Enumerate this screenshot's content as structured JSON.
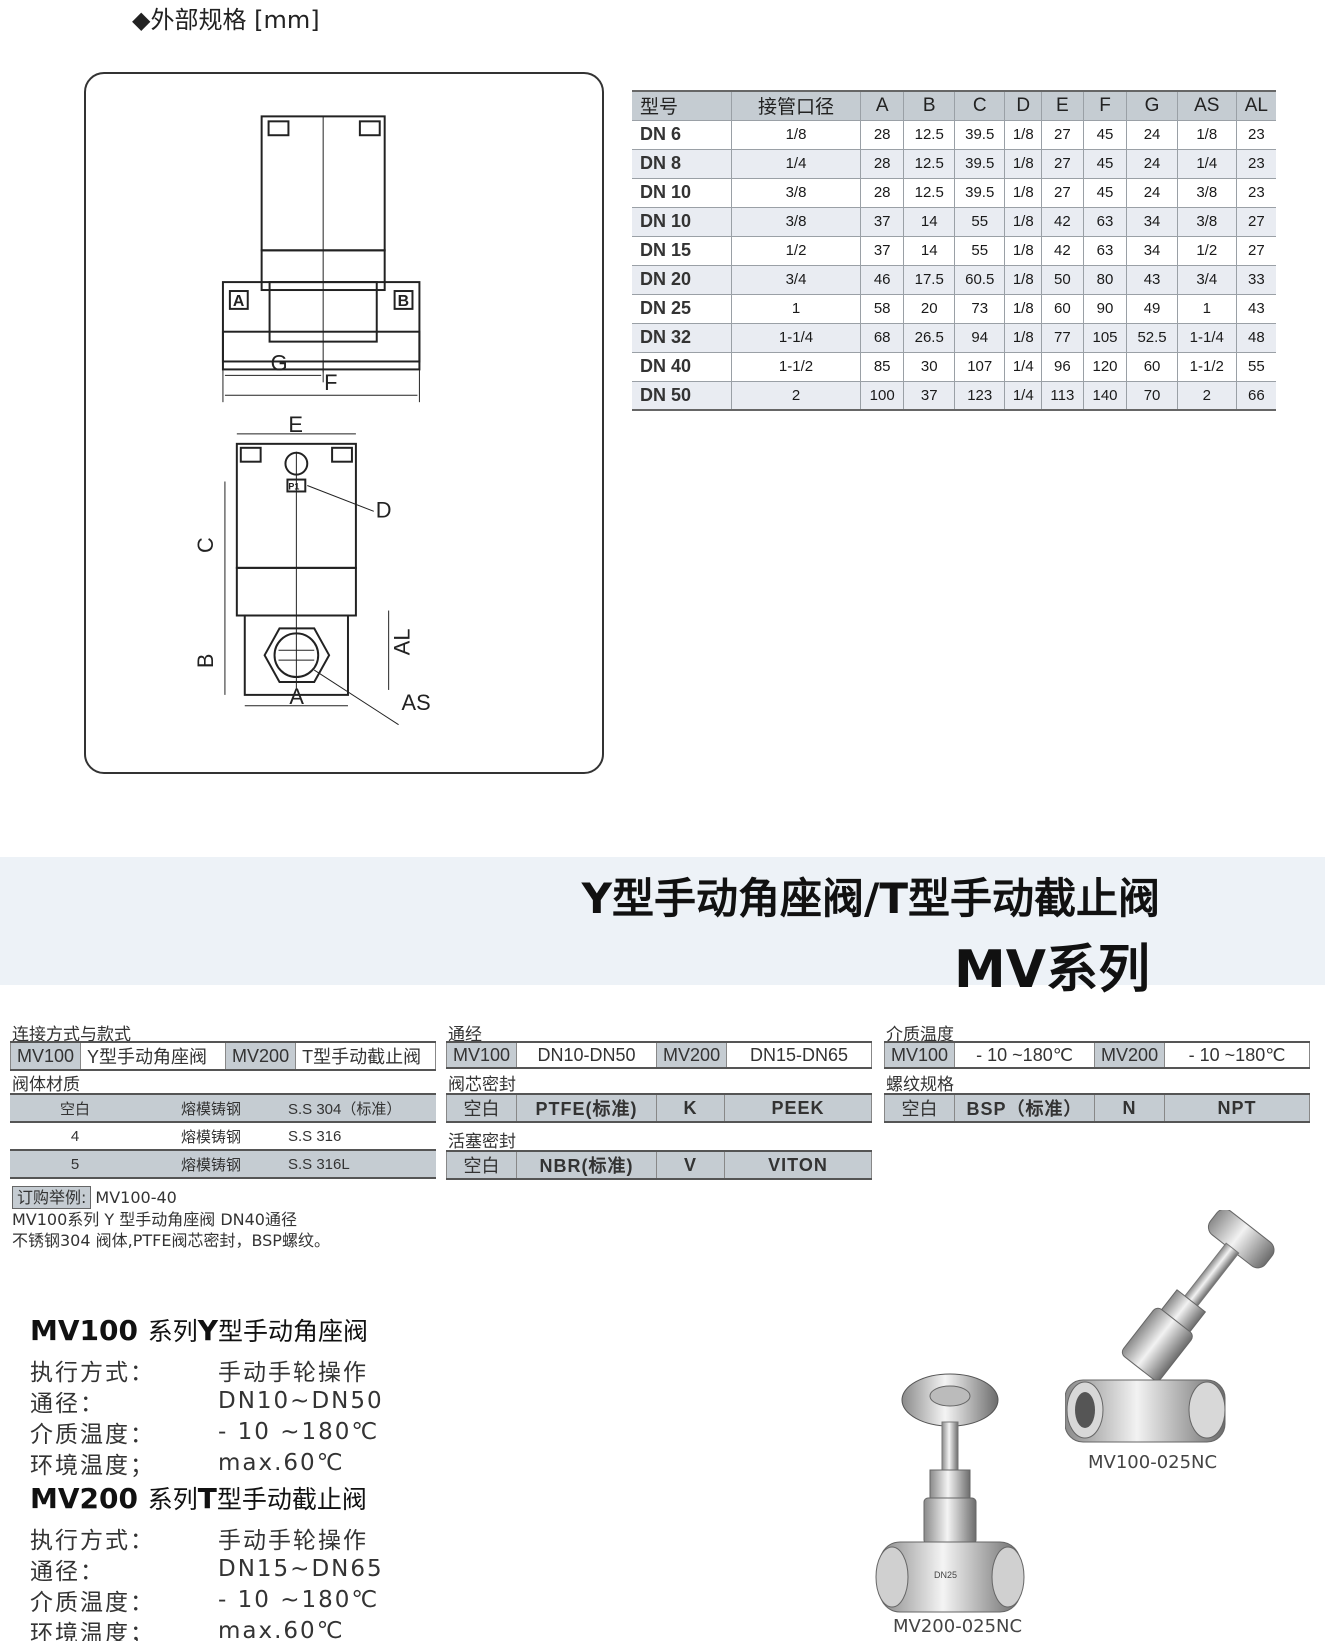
{
  "page": {
    "section_heading": "◆外部规格 [mm]"
  },
  "drawing": {
    "labels": {
      "a_top": "A",
      "b_top": "B",
      "g": "G",
      "f": "F",
      "e": "E",
      "d": "D",
      "p1": "P1",
      "c": "C",
      "b": "B",
      "a": "A",
      "al": "AL",
      "as": "AS"
    }
  },
  "dims_table": {
    "headers": [
      "型号",
      "接管口径",
      "A",
      "B",
      "C",
      "D",
      "E",
      "F",
      "G",
      "AS",
      "AL"
    ],
    "rows": [
      [
        "DN 6",
        "1/8",
        "28",
        "12.5",
        "39.5",
        "1/8",
        "27",
        "45",
        "24",
        "1/8",
        "23"
      ],
      [
        "DN 8",
        "1/4",
        "28",
        "12.5",
        "39.5",
        "1/8",
        "27",
        "45",
        "24",
        "1/4",
        "23"
      ],
      [
        "DN 10",
        "3/8",
        "28",
        "12.5",
        "39.5",
        "1/8",
        "27",
        "45",
        "24",
        "3/8",
        "23"
      ],
      [
        "DN 10",
        "3/8",
        "37",
        "14",
        "55",
        "1/8",
        "42",
        "63",
        "34",
        "3/8",
        "27"
      ],
      [
        "DN 15",
        "1/2",
        "37",
        "14",
        "55",
        "1/8",
        "42",
        "63",
        "34",
        "1/2",
        "27"
      ],
      [
        "DN 20",
        "3/4",
        "46",
        "17.5",
        "60.5",
        "1/8",
        "50",
        "80",
        "43",
        "3/4",
        "33"
      ],
      [
        "DN 25",
        "1",
        "58",
        "20",
        "73",
        "1/8",
        "60",
        "90",
        "49",
        "1",
        "43"
      ],
      [
        "DN 32",
        "1-1/4",
        "68",
        "26.5",
        "94",
        "1/8",
        "77",
        "105",
        "52.5",
        "1-1/4",
        "48"
      ],
      [
        "DN 40",
        "1-1/2",
        "85",
        "30",
        "107",
        "1/4",
        "96",
        "120",
        "60",
        "1-1/2",
        "55"
      ],
      [
        "DN 50",
        "2",
        "100",
        "37",
        "123",
        "1/4",
        "113",
        "140",
        "70",
        "2",
        "66"
      ]
    ]
  },
  "banner": {
    "title": "Y型手动角座阀/T型手动截止阀",
    "series": "MV系列"
  },
  "options": {
    "connection": {
      "title": "连接方式与款式",
      "cells": [
        "MV100",
        "Y型手动角座阀",
        "MV200",
        "T型手动截止阀"
      ]
    },
    "body_material": {
      "title": "阀体材质",
      "rows": [
        [
          "空白",
          "熔模铸钢",
          "S.S 304（标准）"
        ],
        [
          "4",
          "熔模铸钢",
          "S.S 316"
        ],
        [
          "5",
          "熔模铸钢",
          "S.S 316L"
        ]
      ]
    },
    "bore": {
      "title": "通经",
      "cells": [
        "MV100",
        "DN10-DN50",
        "MV200",
        "DN15-DN65"
      ]
    },
    "core_seal": {
      "title": "阀芯密封",
      "cells": [
        "空白",
        "PTFE(标准)",
        "K",
        "PEEK"
      ]
    },
    "piston_seal": {
      "title": "活塞密封",
      "cells": [
        "空白",
        "NBR(标准)",
        "V",
        "VITON"
      ]
    },
    "media_temp": {
      "title": "介质温度",
      "cells": [
        "MV100",
        "- 10 ~180℃",
        "MV200",
        "- 10 ~180℃"
      ]
    },
    "thread": {
      "title": "螺纹规格",
      "cells": [
        "空白",
        "BSP（标准）",
        "N",
        "NPT"
      ]
    }
  },
  "order_example": {
    "tag": "订购举例:",
    "code": "MV100-40",
    "line1": "MV100系列 Y 型手动角座阀 DN40通径",
    "line2": "不锈钢304 阀体,PTFE阀芯密封，BSP螺纹。"
  },
  "spec_mv100": {
    "model": "MV100",
    "series_word": "系列",
    "type_letter": "Y",
    "type_name": "型手动角座阀",
    "rows": [
      [
        "执行方式：",
        "手动手轮操作"
      ],
      [
        "通径：",
        "DN10~DN50"
      ],
      [
        "介质温度：",
        "- 10 ~180℃"
      ],
      [
        "环境温度；",
        "max.60℃"
      ]
    ]
  },
  "spec_mv200": {
    "model": "MV200",
    "series_word": "系列",
    "type_letter": "T",
    "type_name": "型手动截止阀",
    "rows": [
      [
        "执行方式：",
        "手动手轮操作"
      ],
      [
        "通径：",
        "DN15~DN65"
      ],
      [
        "介质温度：",
        "- 10 ~180℃"
      ],
      [
        "环境温度；",
        "max.60℃"
      ]
    ]
  },
  "products": {
    "caption_mv100": "MV100-025NC",
    "caption_mv200": "MV200-025NC",
    "body_marking": "DN25"
  }
}
